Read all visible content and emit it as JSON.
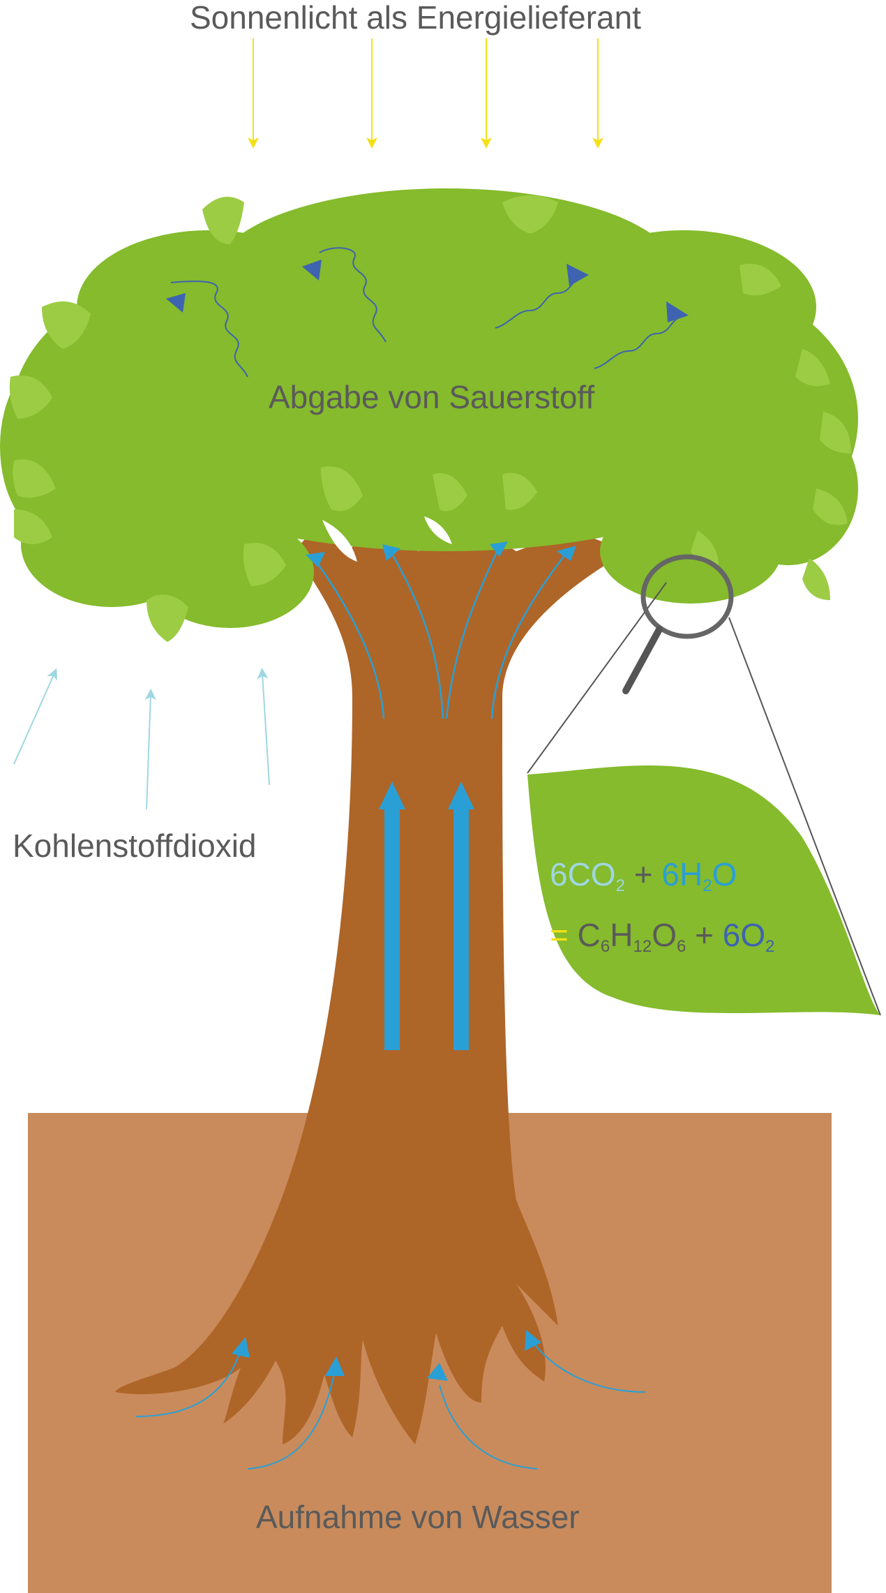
{
  "labels": {
    "sunlight": "Sonnenlicht als Energielieferant",
    "oxygen": "Abgabe von Sauerstoff",
    "co2": "Kohlenstoffdioxid",
    "water": "Aufnahme von Wasser"
  },
  "formula": {
    "line1": {
      "co2_coef": "6CO",
      "co2_sub": "2",
      "plus": "+",
      "h2o_a": "6H",
      "h2o_sub": "2",
      "h2o_b": "O"
    },
    "line2": {
      "equals": "=",
      "c": "C",
      "c_sub": "6",
      "h": "H",
      "h_sub": "12",
      "o": "O",
      "o_sub": "6",
      "plus": "+",
      "o2": "6O",
      "o2_sub": "2"
    }
  },
  "colors": {
    "sun_arrow": "#f4e016",
    "leaf_green": "#85bb2c",
    "leaf_light": "#9ccc44",
    "trunk_brown": "#ae6528",
    "soil": "#c98b5c",
    "water_blue": "#2a9fd6",
    "oxygen_blue": "#3e63b0",
    "co2_light_blue": "#9fd6e2",
    "text_gray": "#5a5a5a",
    "magnifier": "#555555"
  }
}
